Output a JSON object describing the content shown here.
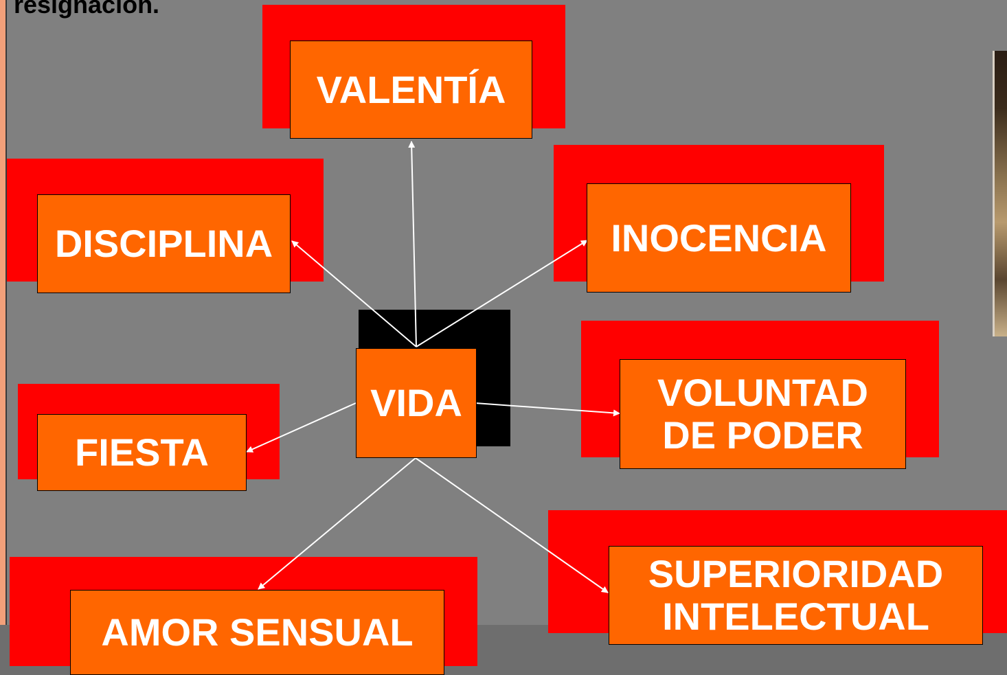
{
  "slide": {
    "top_text": "resignación.",
    "nodes": {
      "vida": "VIDA",
      "valentia": "VALENTÍA",
      "disciplina": "DISCIPLINA",
      "inocencia": "INOCENCIA",
      "voluntad": "VOLUNTAD\nDE PODER",
      "fiesta": "FIESTA",
      "amor": "AMOR SENSUAL",
      "superioridad": "SUPERIORIDAD\nINTELECTUAL"
    },
    "colors": {
      "background": "#808080",
      "node_fill": "#ff6600",
      "node_shadow": "#ff0000",
      "center_shadow": "#000000",
      "arrow": "#ffffff"
    }
  }
}
